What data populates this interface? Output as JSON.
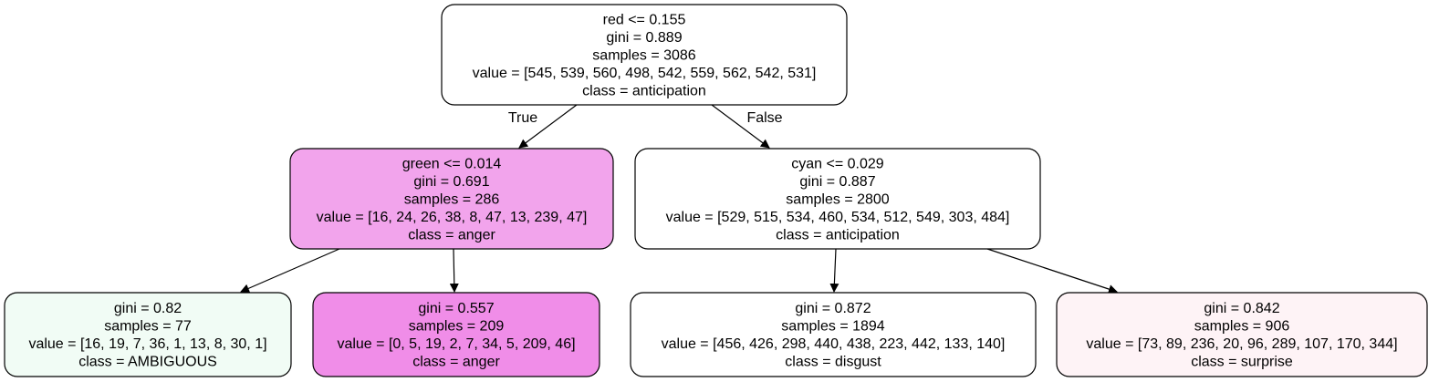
{
  "nodes": [
    {
      "id": "root",
      "lines": [
        "red <= 0.155",
        "gini = 0.889",
        "samples = 3086",
        "value = [545, 539, 560, 498, 542, 559, 562, 542, 531]",
        "class = anticipation"
      ],
      "fill": "#ffffff"
    },
    {
      "id": "left",
      "lines": [
        "green <= 0.014",
        "gini = 0.691",
        "samples = 286",
        "value = [16, 24, 26, 38, 8, 47, 13, 239, 47]",
        "class = anger"
      ],
      "fill": "#f2a4ec"
    },
    {
      "id": "right",
      "lines": [
        "cyan <= 0.029",
        "gini = 0.887",
        "samples = 2800",
        "value = [529, 515, 534, 460, 534, 512, 549, 303, 484]",
        "class = anticipation"
      ],
      "fill": "#ffffff"
    },
    {
      "id": "ll",
      "lines": [
        "gini = 0.82",
        "samples = 77",
        "value = [16, 19, 7, 36, 1, 13, 8, 30, 1]",
        "class = AMBIGUOUS"
      ],
      "fill": "#f1fcf5"
    },
    {
      "id": "lr",
      "lines": [
        "gini = 0.557",
        "samples = 209",
        "value = [0, 5, 19, 2, 7, 34, 5, 209, 46]",
        "class = anger"
      ],
      "fill": "#f08de8"
    },
    {
      "id": "rl",
      "lines": [
        "gini = 0.872",
        "samples = 1894",
        "value = [456, 426, 298, 440, 438, 223, 442, 133, 140]",
        "class = disgust"
      ],
      "fill": "#ffffff"
    },
    {
      "id": "rr",
      "lines": [
        "gini = 0.842",
        "samples = 906",
        "value = [73, 89, 236, 20, 96, 289, 107, 170, 344]",
        "class = surprise"
      ],
      "fill": "#fef3f6"
    }
  ],
  "edges": [
    {
      "from": "root",
      "to": "left",
      "label": "True"
    },
    {
      "from": "root",
      "to": "right",
      "label": "False"
    },
    {
      "from": "left",
      "to": "ll",
      "label": ""
    },
    {
      "from": "left",
      "to": "lr",
      "label": ""
    },
    {
      "from": "right",
      "to": "rl",
      "label": ""
    },
    {
      "from": "right",
      "to": "rr",
      "label": ""
    }
  ]
}
